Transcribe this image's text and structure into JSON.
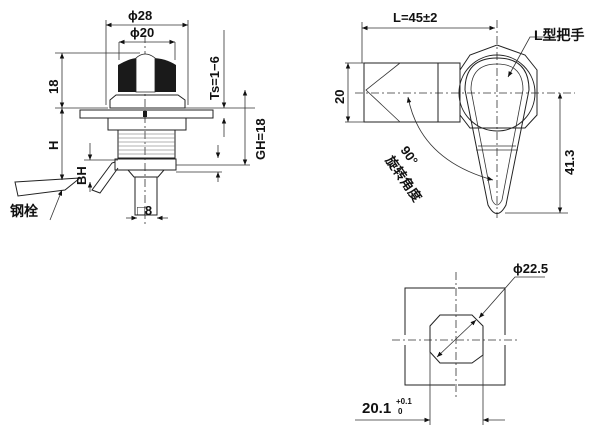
{
  "left_view": {
    "dim_outer_diameter": "ϕ28",
    "dim_inner_diameter": "ϕ20",
    "dim_knob_height": "18",
    "dim_h": "H",
    "dim_bh": "BH",
    "dim_ts": "Ts=1−6",
    "dim_gh": "GH=18",
    "dim_square": "□8",
    "label_steel_bolt": "钢栓"
  },
  "right_view": {
    "dim_length": "L=45±2",
    "dim_width": "20",
    "dim_handle_length": "41.3",
    "label_handle": "L型把手",
    "rotation_angle": "90°",
    "label_rotation": "旋转角度"
  },
  "cutout_view": {
    "dim_diameter": "ϕ22.5",
    "dim_width": "20.1",
    "tolerance_upper": "+0.1",
    "tolerance_lower": "0"
  }
}
